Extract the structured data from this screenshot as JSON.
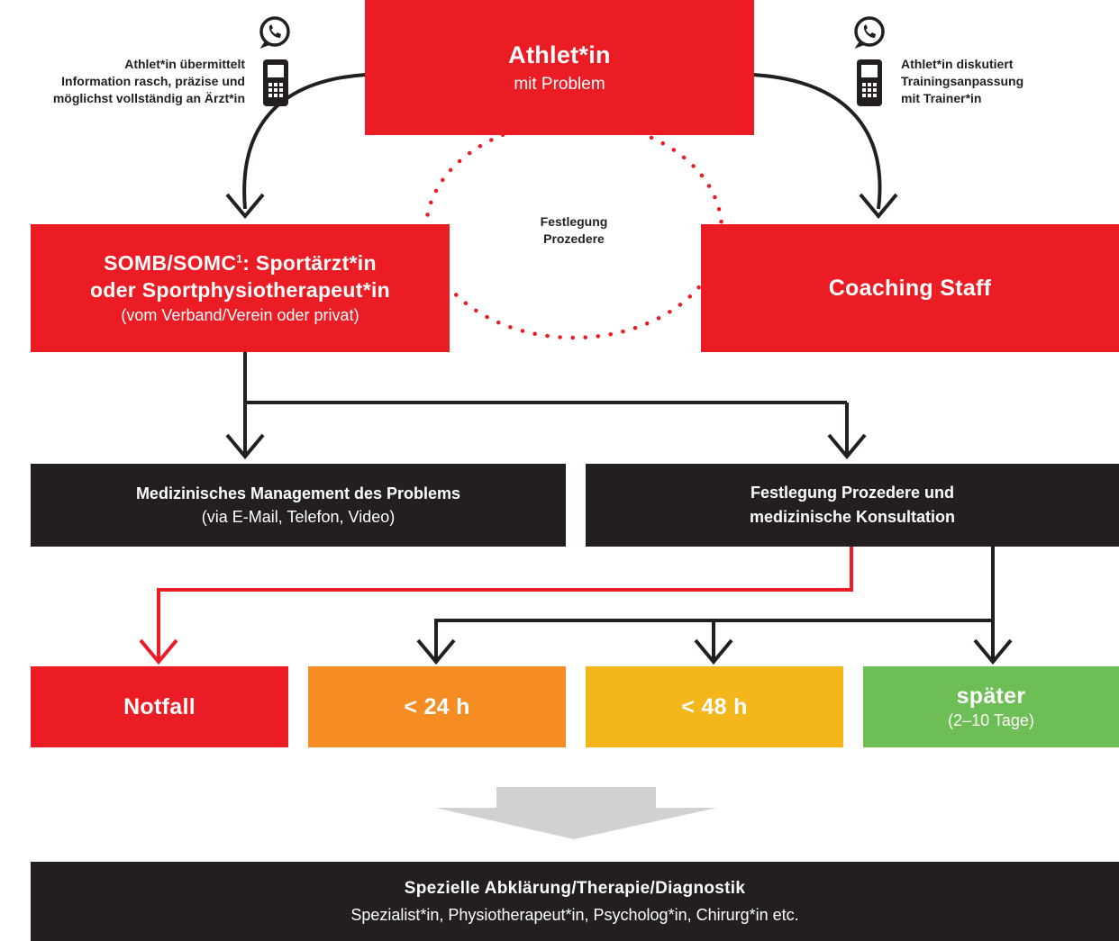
{
  "top": {
    "title": "Athlet*in",
    "subtitle": "mit Problem"
  },
  "notes": {
    "left": [
      "Athlet*in übermittelt",
      "Information rasch, präzise und",
      "möglichst vollständig an Ärzt*in"
    ],
    "right": [
      "Athlet*in diskutiert",
      "Trainingsanpassung",
      "mit Trainer*in"
    ]
  },
  "circle": {
    "line1": "Festlegung",
    "line2": "Prozedere"
  },
  "somb": {
    "line1_pre": "SOMB/SOMC",
    "sup": "1",
    "line1_post": ": Sportärzt*in",
    "line2": "oder Sportphysiotherapeut*in",
    "line3": "(vom Verband/Verein oder privat)"
  },
  "coaching": {
    "title": "Coaching Staff"
  },
  "management": {
    "title": "Medizinisches Management des Problems",
    "subtitle": "(via E-Mail, Telefon, Video)"
  },
  "consultation": {
    "line1": "Festlegung Prozedere und",
    "line2": "medizinische Konsultation"
  },
  "urgency": {
    "notfall": "Notfall",
    "h24": "< 24 h",
    "h48": "< 48 h",
    "later": "später",
    "later_sub": "(2–10 Tage)"
  },
  "bottom": {
    "title": "Spezielle Abklärung/Therapie/Diagnostik",
    "subtitle": "Spezialist*in, Physiotherapeut*in, Psycholog*in, Chirurg*in etc."
  },
  "colors": {
    "red": "#ec1c24",
    "black": "#231f20",
    "orange": "#f68d24",
    "yellow": "#f3b71c",
    "green": "#6dbe54",
    "gray": "#d1d1d1"
  },
  "icons": [
    "whatsapp-icon",
    "mobile-phone-icon"
  ]
}
